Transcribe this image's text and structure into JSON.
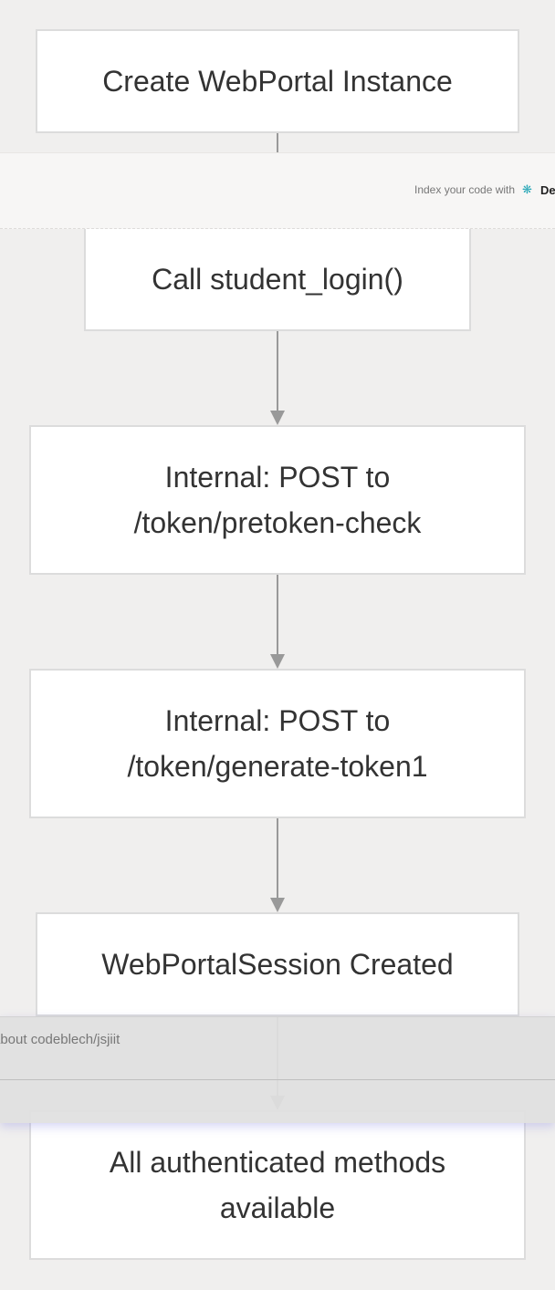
{
  "diagram": {
    "nodes": [
      {
        "id": "create_instance",
        "lines": [
          "Create WebPortal Instance"
        ]
      },
      {
        "id": "student_login",
        "lines": [
          "Call student_login()"
        ]
      },
      {
        "id": "pretoken_check",
        "lines": [
          "Internal: POST to",
          "/token/pretoken-check"
        ]
      },
      {
        "id": "generate_token",
        "lines": [
          "Internal: POST to",
          "/token/generate-token1"
        ]
      },
      {
        "id": "session_created",
        "lines": [
          "WebPortalSession Created"
        ]
      },
      {
        "id": "methods_available",
        "lines": [
          "All authenticated methods",
          "available"
        ]
      }
    ],
    "edges": [
      {
        "from": "create_instance",
        "to": "student_login"
      },
      {
        "from": "student_login",
        "to": "pretoken_check"
      },
      {
        "from": "pretoken_check",
        "to": "generate_token"
      },
      {
        "from": "generate_token",
        "to": "session_created"
      },
      {
        "from": "session_created",
        "to": "methods_available"
      }
    ]
  },
  "index_banner": {
    "text": "Index your code with",
    "brand": "De",
    "logo_icon": "devin-logo-icon"
  },
  "ask_panel": {
    "text": "about codeblech/jsjiit"
  }
}
